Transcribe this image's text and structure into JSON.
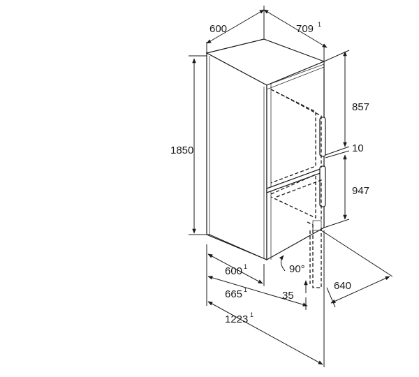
{
  "dimensions": {
    "width_top": {
      "value": "600"
    },
    "depth_top": {
      "value": "709",
      "note": "1"
    },
    "height_total": {
      "value": "1850"
    },
    "upper_door": {
      "value": "857"
    },
    "gap": {
      "value": "10"
    },
    "lower_door": {
      "value": "947"
    },
    "depth_600": {
      "value": "600",
      "note": "1"
    },
    "depth_665": {
      "value": "665",
      "note": "1"
    },
    "depth_1223": {
      "value": "1223",
      "note": "1"
    },
    "angle": {
      "value": "90°"
    },
    "clearance": {
      "value": "35"
    },
    "door_open_width": {
      "value": "640"
    }
  }
}
